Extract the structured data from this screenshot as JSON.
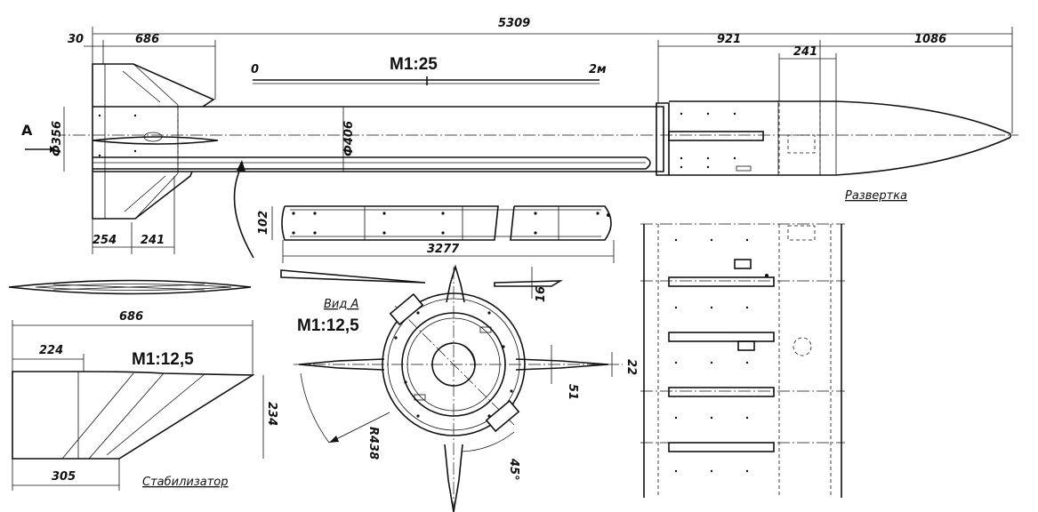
{
  "dimensions": {
    "overall_length": "5309",
    "tail_offset": "30",
    "fin_root_length": "686",
    "nose_section": "921",
    "nose_length": "1086",
    "panel_length": "241",
    "tail_diameter": "Ф356",
    "body_diameter": "Ф406",
    "fin_tip_offset": "254",
    "fin_tip_length": "241",
    "channel_width": "102",
    "channel_length": "3277",
    "channel_thickness": "16",
    "stabilizer_span": "686",
    "stabilizer_tip": "224",
    "stabilizer_height": "234",
    "stabilizer_base": "305",
    "fin_tip_thickness": "22",
    "fin_root_thickness": "51",
    "radius": "R438",
    "angle": "45°"
  },
  "labels": {
    "view_arrow": "А",
    "scale_main": "М1:25",
    "scale_bar_start": "0",
    "scale_bar_end": "2м",
    "scale_detail": "М1:12,5",
    "view_a": "Вид А",
    "scale_view_a": "М1:12,5",
    "unfolded_caption": "Развертка",
    "stabilizer_caption": "Стабилизатор"
  }
}
